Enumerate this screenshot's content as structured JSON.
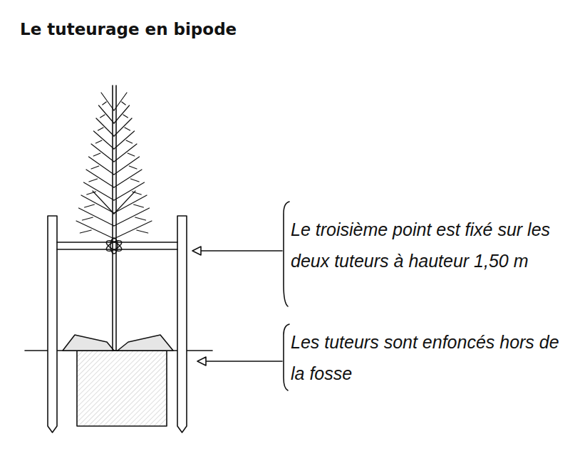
{
  "diagram": {
    "title": "Le tuteurage en bipode",
    "labels": [
      "Le troisième point est fixé sur les deux tuteurs à hauteur 1,50 m",
      "Les tuteurs sont enfoncés hors de la fosse"
    ]
  }
}
